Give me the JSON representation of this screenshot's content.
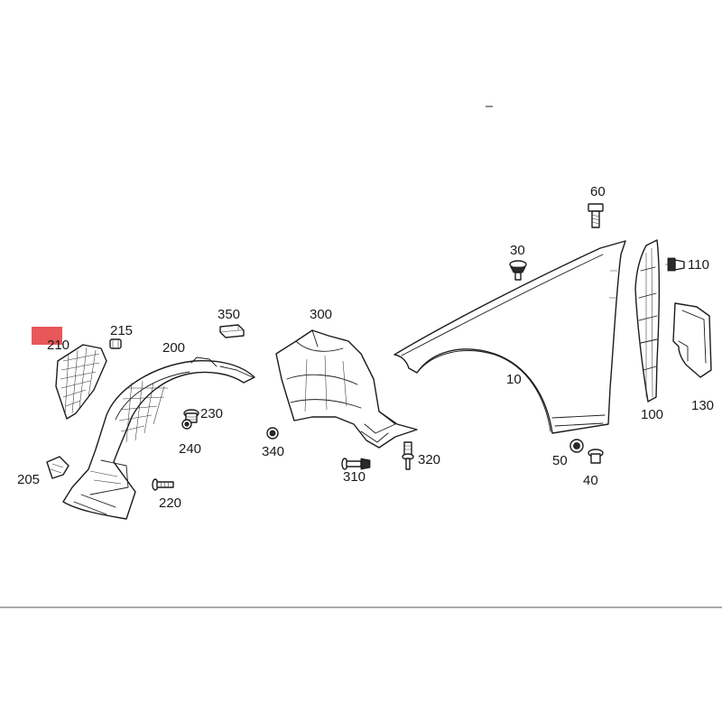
{
  "diagram": {
    "highlight_color": "#e8575a",
    "highlighted_part": "210",
    "parts": [
      {
        "id": "fender",
        "label": "10"
      },
      {
        "id": "bolt-60",
        "label": "60"
      },
      {
        "id": "screw-30",
        "label": "30"
      },
      {
        "id": "nut-40",
        "label": "40"
      },
      {
        "id": "nut-50",
        "label": "50"
      },
      {
        "id": "bracket-100",
        "label": "100"
      },
      {
        "id": "clip-110",
        "label": "110"
      },
      {
        "id": "panel-130",
        "label": "130"
      },
      {
        "id": "liner-200",
        "label": "200"
      },
      {
        "id": "clip-205",
        "label": "205"
      },
      {
        "id": "liner-210",
        "label": "210"
      },
      {
        "id": "clip-215",
        "label": "215"
      },
      {
        "id": "screw-220",
        "label": "220"
      },
      {
        "id": "nut-230",
        "label": "230"
      },
      {
        "id": "nut-240",
        "label": "240"
      },
      {
        "id": "liner-300",
        "label": "300"
      },
      {
        "id": "screw-310",
        "label": "310"
      },
      {
        "id": "rivet-320",
        "label": "320"
      },
      {
        "id": "nut-340",
        "label": "340"
      },
      {
        "id": "pad-350",
        "label": "350"
      }
    ]
  }
}
